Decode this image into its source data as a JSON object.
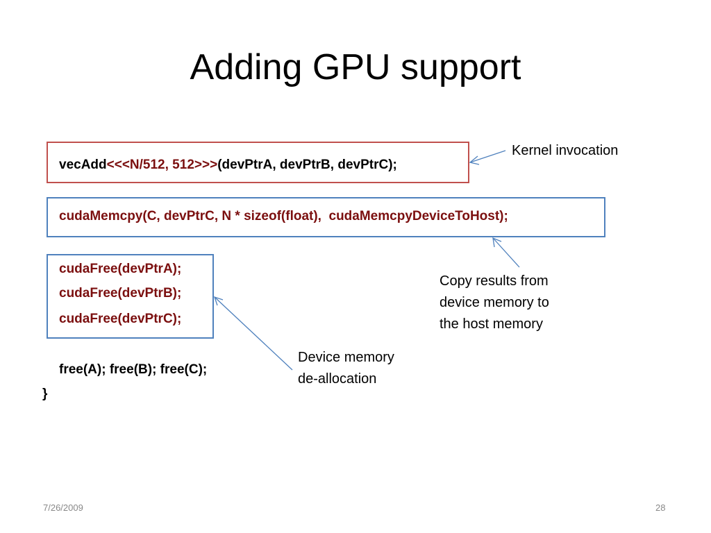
{
  "slide": {
    "title": "Adding GPU support",
    "date": "7/26/2009",
    "page_number": "28"
  },
  "code": {
    "kernel_name": "vecAdd",
    "kernel_launch_config": "<<<N/512, 512>>>",
    "kernel_args": "(devPtrA, devPtrB, devPtrC);",
    "memcpy_line": "cudaMemcpy(C, devPtrC, N * sizeof(float),  cudaMemcpyDeviceToHost);",
    "free_lines": [
      "cudaFree(devPtrA);",
      "cudaFree(devPtrB);",
      "cudaFree(devPtrC);"
    ],
    "host_free_line": "free(A); free(B); free(C);",
    "closing_brace": "}"
  },
  "annotations": {
    "kernel": "Kernel invocation",
    "copy": [
      "Copy results from",
      "device memory to",
      "the host memory"
    ],
    "dealloc": [
      "Device memory",
      "de-allocation"
    ]
  },
  "colors": {
    "kernel_box": "#c0504d",
    "memory_box": "#4f81bd",
    "arrow": "#4f81bd",
    "cuda_text": "#7b0f0f"
  }
}
